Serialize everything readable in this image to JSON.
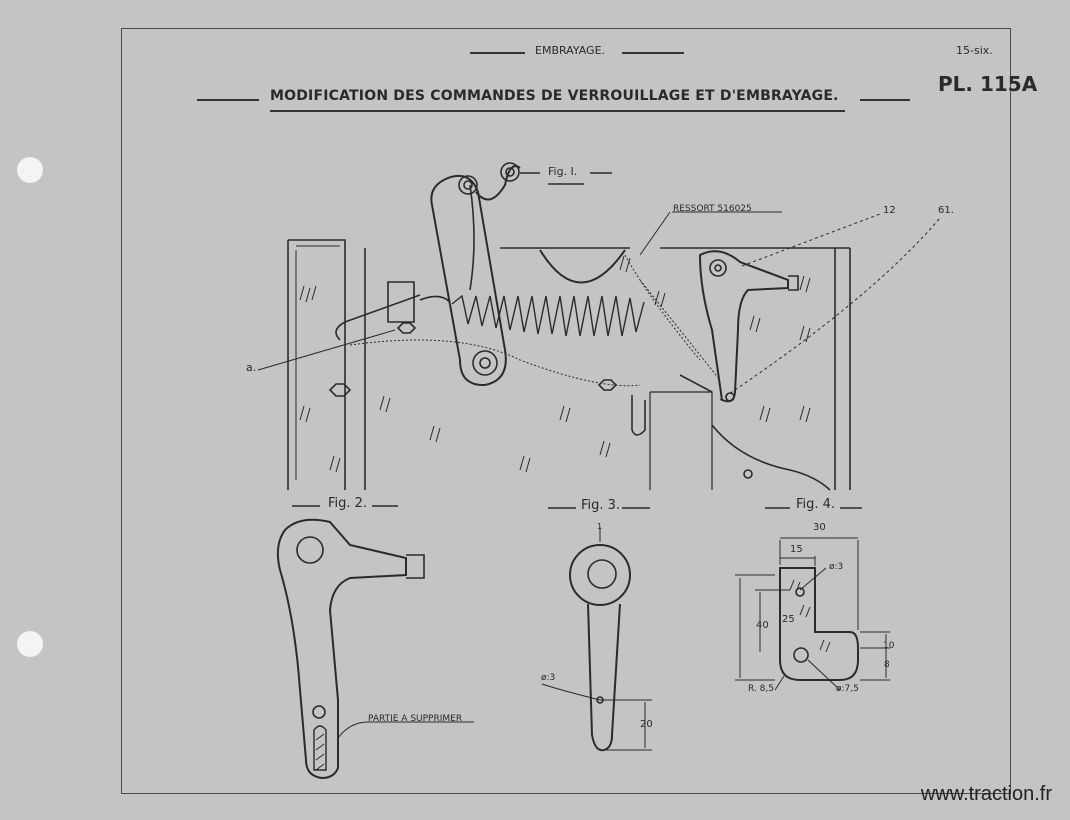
{
  "header": {
    "section": "EMBRAYAGE.",
    "sheet_code": "15-six.",
    "plate": "PL. 115A",
    "title": "MODIFICATION DES COMMANDES DE VERROUILLAGE ET D'EMBRAYAGE."
  },
  "figures": {
    "fig1": {
      "label": "Fig. I.",
      "callouts": {
        "spring": "RESSORT 516025",
        "n12": "12",
        "n61": "61.",
        "a": "a."
      }
    },
    "fig2": {
      "label": "Fig. 2.",
      "note": "PARTIE A SUPPRIMER"
    },
    "fig3": {
      "label": "Fig. 3.",
      "dia": "ø:3",
      "dim20": "20",
      "tick": "1"
    },
    "fig4": {
      "label": "Fig. 4.",
      "dims": {
        "w30": "30",
        "w15": "15",
        "h40": "40",
        "h25": "25",
        "h10": "10",
        "h8": "8"
      },
      "notes": {
        "d3": "ø:3",
        "d75": "ø:7,5",
        "r85": "R. 8,5"
      }
    }
  },
  "watermark": "www.traction.fr",
  "colors": {
    "paper": "#c3c4c4",
    "ink": "#2a2a2a",
    "hole": "#f4f4f4"
  }
}
